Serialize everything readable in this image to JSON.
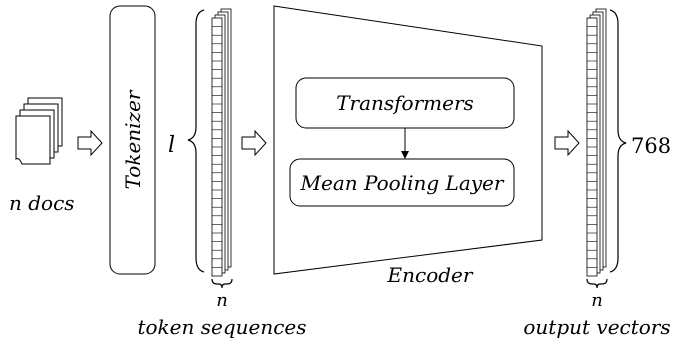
{
  "docs": {
    "count_var": "n",
    "label": "n docs"
  },
  "tokenizer": {
    "label": "Tokenizer"
  },
  "token_sequences": {
    "length_var": "l",
    "count_var": "n",
    "label": "token sequences"
  },
  "encoder": {
    "label": "Encoder",
    "transformers_label": "Transformers",
    "pooling_label": "Mean Pooling Layer"
  },
  "output_vectors": {
    "dim": "768",
    "count_var": "n",
    "label": "output vectors"
  },
  "colors": {
    "stroke": "#000000",
    "fill": "#ffffff"
  }
}
